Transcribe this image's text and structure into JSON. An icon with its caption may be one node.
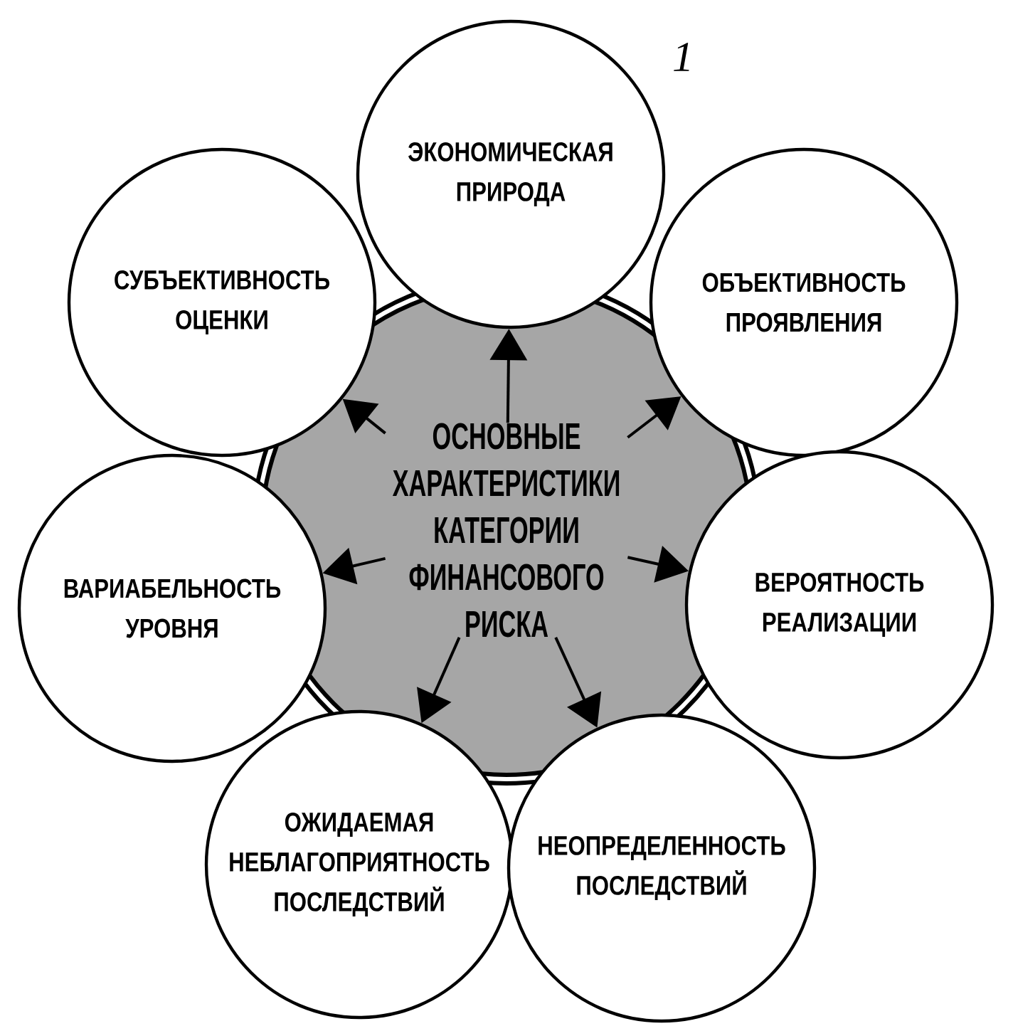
{
  "diagram": {
    "nodes": [
      {
        "text": [
          "ОСНОВНЫЕ ХАРАКТЕРИСТИКИ КАТЕГОРИИ ФИНАНСОВОГО РИСКА"
        ]
      },
      {
        "text": [
          "ЭКОНОМИЧЕСКАЯ ПРИРОДА"
        ]
      },
      {
        "text": [
          "СУБЪЕКТИВНОСТЬ ОЦЕНКИ"
        ]
      },
      {
        "text": [
          "ОБЪЕКТИВНОСТЬ ПРОЯВЛЕНИЯ"
        ]
      },
      {
        "text": [
          "ВАРИАБЕЛЬНОСТЬ УРОВНЯ"
        ]
      },
      {
        "text": [
          "ВЕРОЯТНОСТЬ РЕАЛИЗАЦИИ"
        ]
      },
      {
        "text": [
          "ОЖИДАЕМАЯ НЕБЛАГОПРИЯТНОСТЬ ПОСЛЕДСТВИЙ"
        ]
      },
      {
        "text": [
          "НЕОПРЕДЕЛЕННОСТЬ ПОСЛЕДСТВИЙ"
        ]
      }
    ],
    "edges": [
      {
        "from": 0,
        "to": 1,
        "arrow": "to"
      },
      {
        "from": 0,
        "to": 2,
        "arrow": "to"
      },
      {
        "from": 0,
        "to": 3,
        "arrow": "to"
      },
      {
        "from": 0,
        "to": 4,
        "arrow": "to"
      },
      {
        "from": 0,
        "to": 5,
        "arrow": "to"
      },
      {
        "from": 0,
        "to": 6,
        "arrow": "to"
      },
      {
        "from": 0,
        "to": 7,
        "arrow": "to"
      }
    ],
    "labels": [
      "1"
    ]
  }
}
